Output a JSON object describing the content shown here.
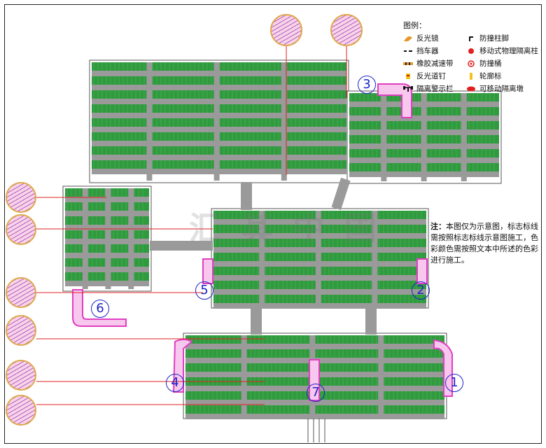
{
  "legend": {
    "title": "图例：",
    "items": [
      {
        "label": "反光镜",
        "icon": "reflector-mirror-icon"
      },
      {
        "label": "防撞柱脚",
        "icon": "anti-collision-column-icon"
      },
      {
        "label": "挡车器",
        "icon": "wheel-stopper-icon"
      },
      {
        "label": "移动式物理隔离柱",
        "icon": "mobile-isolation-post-icon"
      },
      {
        "label": "橡胶减速带",
        "icon": "rubber-speed-bump-icon"
      },
      {
        "label": "防撞桶",
        "icon": "crash-barrel-icon"
      },
      {
        "label": "反光道钉",
        "icon": "reflective-road-stud-icon"
      },
      {
        "label": "轮廓标",
        "icon": "delineator-icon"
      },
      {
        "label": "隔离警示栏",
        "icon": "isolation-warning-fence-icon"
      },
      {
        "label": "可移动隔离墩",
        "icon": "movable-isolation-pier-icon"
      }
    ]
  },
  "note": {
    "prefix": "注：",
    "text": "本图仅为示意图，标志标线需按照标志标线示意图施工，色彩颜色需按照文本中所述的色彩进行施工。"
  },
  "ramps": [
    "1",
    "2",
    "3",
    "4",
    "5",
    "6",
    "7"
  ],
  "colors": {
    "parking": "#2f9a3e",
    "parking_light": "#58b85c",
    "driveway": "#9a9a9a",
    "ramp": "#e03fc0",
    "ramp_fill": "#f8c7ee",
    "leader": "#e02020",
    "number": "#1b25c8",
    "bubble_border": "#e0a84a"
  }
}
